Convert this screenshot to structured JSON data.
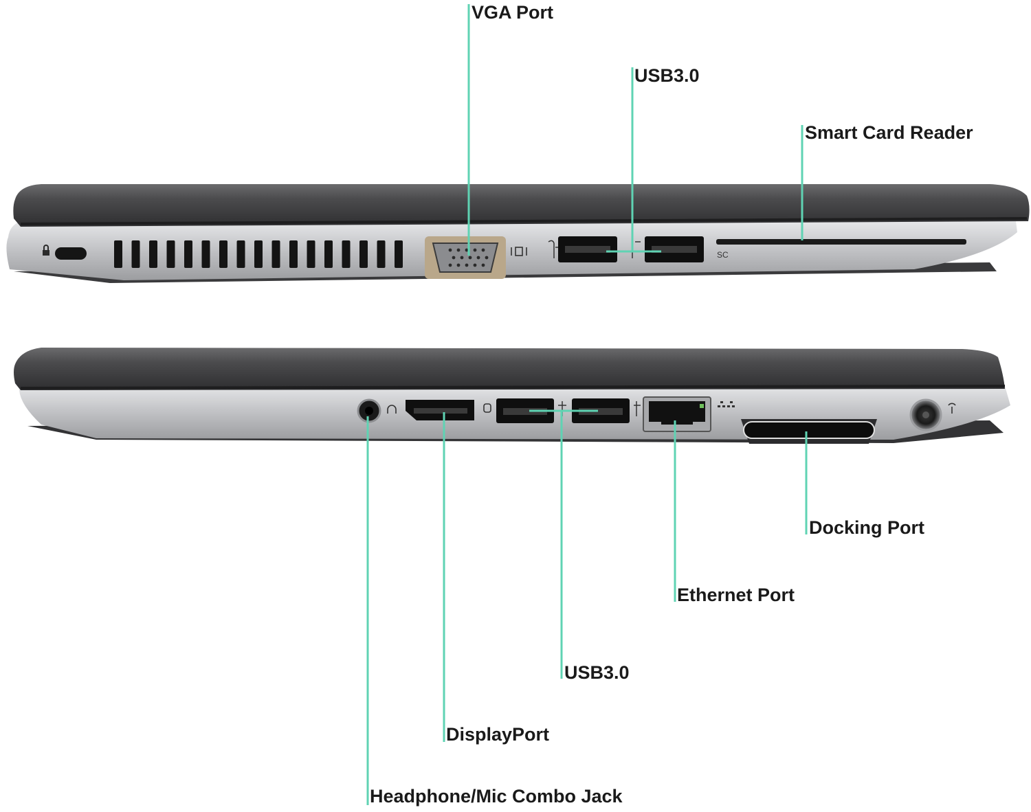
{
  "colors": {
    "callout_line": "#5fd3b3",
    "lid_dark": "#4a4a4c",
    "body_silver": "#c9cacc",
    "port_black": "#161616",
    "label_text": "#1a1a1a"
  },
  "top_view": {
    "port_labels": {
      "vga": "VGA Port",
      "usb": "USB3.0",
      "smart_card": "Smart Card Reader"
    },
    "printed_marks": {
      "smart_card_mark": "SC"
    }
  },
  "bottom_view": {
    "port_labels": {
      "docking": "Docking Port",
      "ethernet": "Ethernet Port",
      "usb": "USB3.0",
      "displayport": "DisplayPort",
      "headphone": "Headphone/Mic Combo Jack"
    }
  }
}
